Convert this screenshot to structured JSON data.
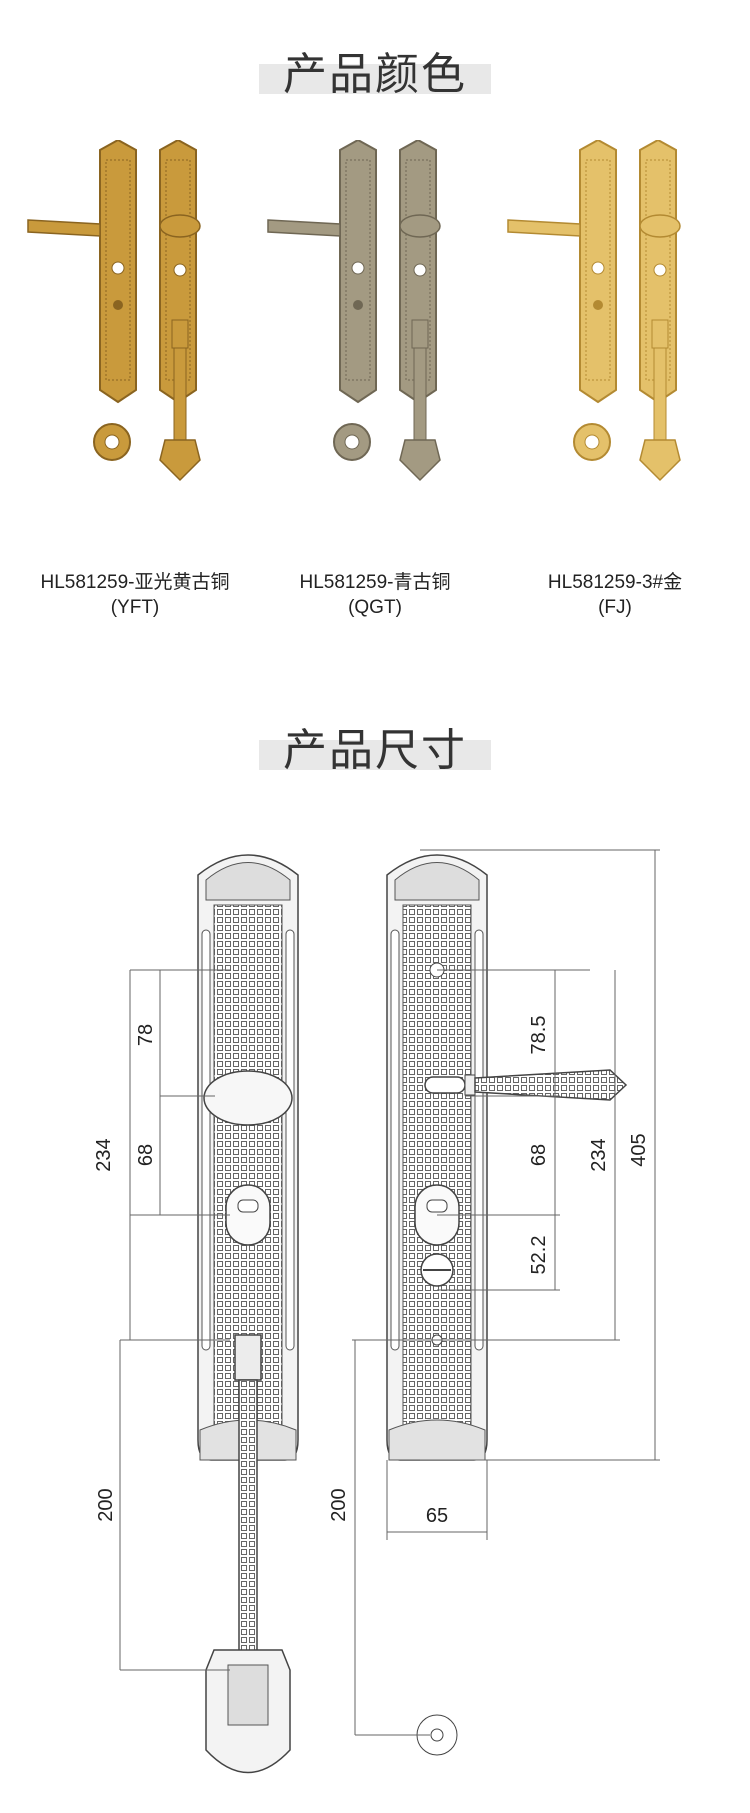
{
  "sections": {
    "colors_title": "产品颜色",
    "size_title": "产品尺寸"
  },
  "variants": [
    {
      "model": "HL581259-亚光黄古铜",
      "code": "(YFT)",
      "color": "#c99a3c",
      "dark": "#8a6420"
    },
    {
      "model": "HL581259-青古铜",
      "code": "(QGT)",
      "color": "#a39a82",
      "dark": "#6f6754"
    },
    {
      "model": "HL581259-3#金",
      "code": "(FJ)",
      "color": "#e4c16a",
      "dark": "#b38a32"
    }
  ],
  "dimensions": {
    "left": {
      "upper_gap": "78",
      "lower_gap": "68",
      "total": "234",
      "handle": "200"
    },
    "right": {
      "upper_gap": "78.5",
      "middle_gap": "68",
      "lower_gap": "52.2",
      "total_mid": "234",
      "total": "405",
      "width": "65",
      "handle": "200"
    }
  }
}
